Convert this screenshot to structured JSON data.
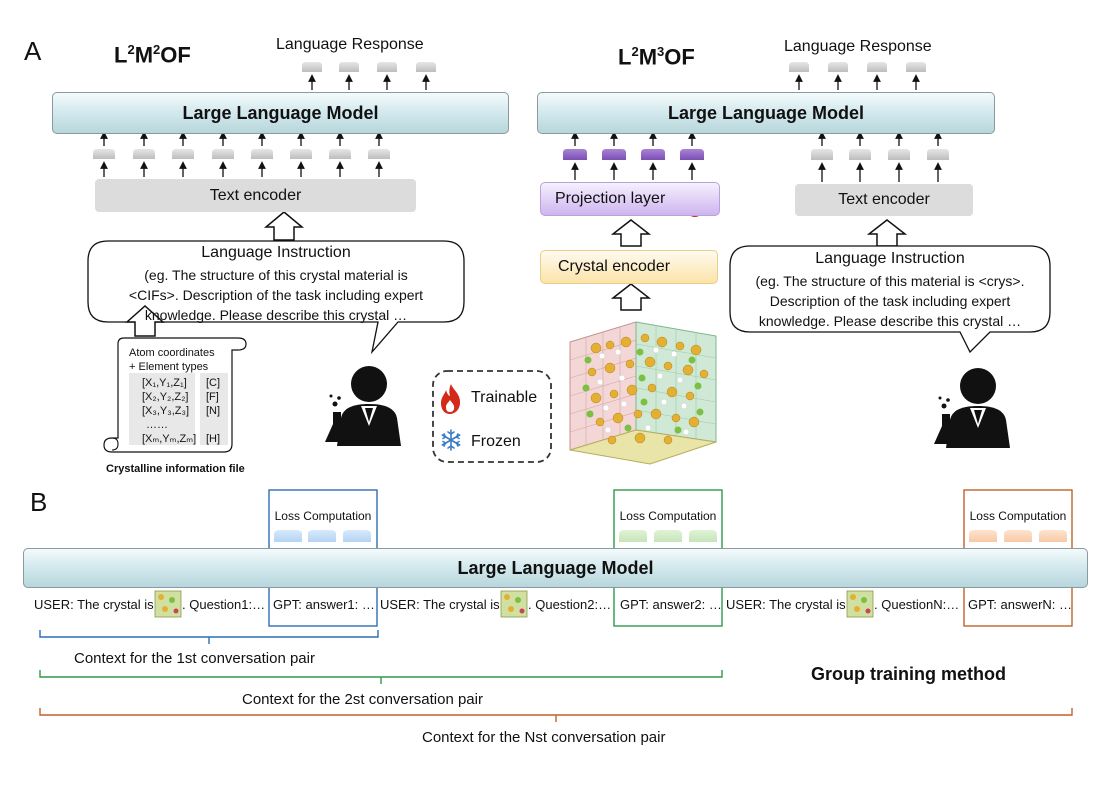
{
  "panel_a": {
    "label": "A",
    "left": {
      "title_prefix": "L",
      "title_sup1": "2",
      "title_mid": "M",
      "title_sup2": "2",
      "title_suffix": "OF",
      "response_label": "Language Response",
      "llm_label": "Large Language Model",
      "encoder_label": "Text encoder",
      "instruction_title": "Language Instruction",
      "instruction_line1": "(eg. The structure of this crystal material is",
      "instruction_line2": "<CIFs>.  Description of the task including expert",
      "instruction_line3": "knowledge. Please describe this crystal …",
      "cif": {
        "header1": "Atom coordinates",
        "header2": "+ Element types",
        "rows": [
          {
            "coord": "[X₁,Y₁,Z₁]",
            "elem": "[C]"
          },
          {
            "coord": "[X₂,Y₂,Z₂]",
            "elem": "[F]"
          },
          {
            "coord": "[X₃,Y₃,Z₃]",
            "elem": "[N]"
          },
          {
            "coord": "……",
            "elem": ""
          },
          {
            "coord": "[Xₘ,Yₘ,Zₘ]",
            "elem": "[H]"
          }
        ],
        "caption": "Crystalline information file"
      }
    },
    "right": {
      "title_prefix": "L",
      "title_sup1": "2",
      "title_mid": "M",
      "title_sup2": "3",
      "title_suffix": "OF",
      "response_label": "Language Response",
      "llm_label": "Large Language Model",
      "projection_label": "Projection layer",
      "crystal_encoder_label": "Crystal encoder",
      "encoder_label": "Text encoder",
      "instruction_title": "Language Instruction",
      "instruction_line1": "(eg. The structure of this material is <crys>.",
      "instruction_line2": "Description of the task including expert",
      "instruction_line3": "knowledge. Please describe this crystal …"
    },
    "legend": {
      "trainable_label": "Trainable",
      "frozen_label": "Frozen"
    }
  },
  "panel_b": {
    "label": "B",
    "llm_label": "Large Language Model",
    "loss_label": "Loss Computation",
    "sequence": {
      "user1_prefix": "USER: The crystal is",
      "question1": ". Question1:…",
      "gpt1": "GPT: answer1: …",
      "user2_prefix": "USER: The crystal is",
      "question2": ". Question2:…",
      "gpt2": "GPT: answer2: …",
      "user3_prefix": "USER: The crystal is",
      "question3": ". QuestionN:…",
      "gpt3": "GPT: answerN: …"
    },
    "context1": "Context for the 1st conversation pair",
    "context2": "Context for the 2st conversation pair",
    "context3": "Context for the Nst conversation pair",
    "method_label": "Group training method"
  },
  "colors": {
    "blue": "#2f6db5",
    "green": "#2f9a4a",
    "orange": "#c0622a",
    "flame": "#d42a1a",
    "snowflake": "#3a7bc8",
    "purple_token": "#8e62c0",
    "gray_token": "#c8c8c8"
  }
}
